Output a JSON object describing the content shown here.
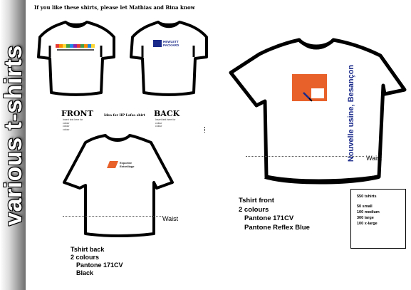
{
  "sidebar": {
    "title": "various t-shirts"
  },
  "header": {
    "text": "If you like these shirts, please let Mathias and Bina know"
  },
  "top_left": {
    "front_label": "FRONT",
    "back_label": "BACK",
    "middle_caption": "Idea for HP Lafsa shirt",
    "front_notes": [
      "Insert text here for",
      "colour",
      "colour",
      "colour"
    ],
    "back_notes": [
      "Insert text here for",
      "colour",
      "colour"
    ]
  },
  "bottom_left": {
    "logo_text": [
      "Exportee",
      "Entreillage"
    ],
    "waist_label": "Waist",
    "notes": [
      "Tshirt back",
      "2 colours",
      "Pantone 171CV",
      "Black"
    ]
  },
  "right": {
    "factory_text": "Nouvelle usine, Besançon",
    "waist_label": "Waist",
    "notes": [
      "Tshirt front",
      "2 colours",
      "Pantone 171CV",
      "Pantone Reflex Blue"
    ]
  },
  "quantities": {
    "total": "550 tshirts",
    "items": [
      "50 small",
      "100 medium",
      "300 large",
      "100 x-large"
    ]
  },
  "hp_logo": {
    "line1": "HEWLETT",
    "line2": "PACKARD"
  },
  "colors": {
    "orange": "#e8612a",
    "blue": "#1a2a8a",
    "brush": "#000000"
  }
}
